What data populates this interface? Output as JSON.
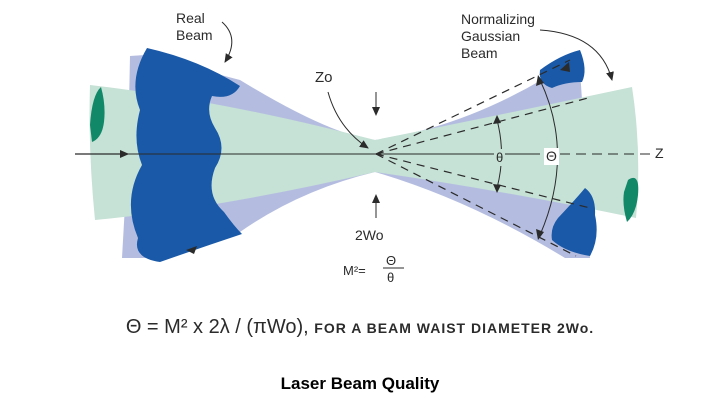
{
  "labels": {
    "real_line1": "Real",
    "real_line2": "Beam",
    "norm_line1": "Normalizing",
    "norm_line2": "Gaussian",
    "norm_line3": "Beam",
    "z0": "Zo",
    "z_axis": "Z",
    "waist": "2Wo",
    "m2_lhs": "M²=",
    "m2_num": "Θ",
    "m2_den": "θ",
    "theta_small": "θ",
    "theta_big": "Θ"
  },
  "formula": {
    "expression": "Θ = M² x 2λ / (πWo),",
    "qualifier": "FOR A BEAM WAIST DIAMETER 2Wo."
  },
  "caption": "Laser Beam Quality",
  "colors": {
    "beam_light_green": "#c6e1d6",
    "beam_outer_lavender": "#b4bde0",
    "beam_dark_blue": "#1a59a8",
    "beam_end_green": "#118867",
    "ink": "#2b2b2b"
  }
}
